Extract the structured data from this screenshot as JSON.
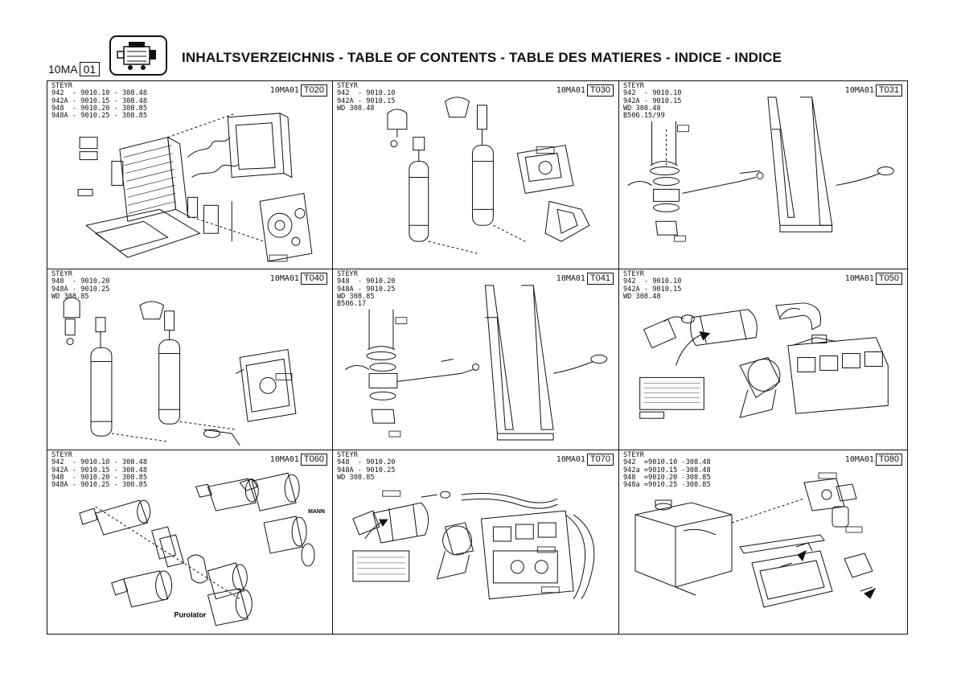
{
  "header": {
    "doc_code": "10MA",
    "doc_code_box": "01",
    "title": "INHALTSVERZEICHNIS - TABLE OF CONTENTS - TABLE DES MATIERES - INDICE - INDICE"
  },
  "cells": [
    {
      "models": "STEYR\n942  - 9010.10 - 308.48\n942A - 9010.15 - 308.48\n948  - 9010.20 - 308.85\n948A - 9010.25 - 308.85",
      "ref_prefix": "10MA01",
      "ref_code": "T020",
      "icon": "radiator-cooling-drawing"
    },
    {
      "models": "STEYR\n942  - 9010.10\n942A - 9010.15\nWD 308.48",
      "ref_prefix": "10MA01",
      "ref_code": "T030",
      "icon": "exhaust-silencer-drawing"
    },
    {
      "models": "STEYR\n942  - 9010.10\n942A - 9010.15\nWD 308.48\nB506.15/99",
      "ref_prefix": "10MA01",
      "ref_code": "T031",
      "icon": "exhaust-pipe-linkage-drawing"
    },
    {
      "models": "STEYR\n948  - 9010.20\n948A - 9010.25\nWD 308.85",
      "ref_prefix": "10MA01",
      "ref_code": "T040",
      "icon": "exhaust-silencer-drawing"
    },
    {
      "models": "STEYR\n948  - 9010.20\n948A - 9010.25\nWD 308.85\nB506.17",
      "ref_prefix": "10MA01",
      "ref_code": "T041",
      "icon": "exhaust-pipe-linkage-drawing"
    },
    {
      "models": "STEYR\n942  - 9010.10\n942A - 9010.15\nWD 308.48",
      "ref_prefix": "10MA01",
      "ref_code": "T050",
      "icon": "air-cleaner-drawing"
    },
    {
      "models": "STEYR\n942  - 9010.10 - 308.48\n942A - 9010.15 - 308.48\n948  - 9010.20 - 308.85\n948A - 9010.25 - 308.85",
      "ref_prefix": "10MA01",
      "ref_code": "T060",
      "icon": "air-filter-parts-drawing"
    },
    {
      "models": "STEYR\n948  - 9010.20\n948A - 9010.25\nWD 308.85",
      "ref_prefix": "10MA01",
      "ref_code": "T070",
      "icon": "air-intake-drawing"
    },
    {
      "models": "STEYR\n942  =9010.10 -308.48\n942a =9010.15 -308.48\n948  =9010.20 -308.85\n948a =9010.25 -308.85",
      "ref_prefix": "10MA01",
      "ref_code": "T080",
      "icon": "fuel-tank-drawing"
    }
  ],
  "drawing_labels": {
    "mann": "MANN",
    "purolator": "Purolator"
  }
}
